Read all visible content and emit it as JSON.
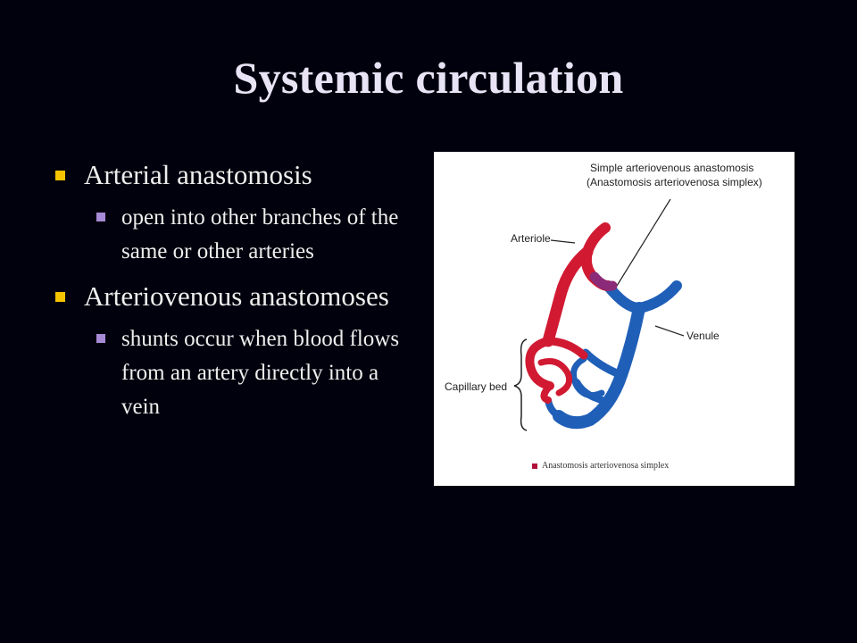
{
  "slide": {
    "title": "Systemic circulation",
    "bullets": [
      {
        "text": "Arterial anastomosis",
        "sub": [
          "open into other branches of the same or other arteries"
        ]
      },
      {
        "text": "Arteriovenous anastomoses",
        "sub": [
          "shunts occur when blood flows from an artery directly into a vein"
        ]
      }
    ]
  },
  "figure": {
    "label_simple_line1": "Simple arteriovenous anastomosis",
    "label_simple_line2": "(Anastomosis arteriovenosa simplex)",
    "label_arteriole": "Arteriole",
    "label_venule": "Venule",
    "label_capillary": "Capillary bed",
    "caption": "Anastomosis arteriovenosa simplex"
  },
  "colors": {
    "background": "#01010d",
    "title": "#e8e4f6",
    "bullet_l1": "#f5c400",
    "bullet_l2": "#a78ad6",
    "artery": "#d11a32",
    "vein": "#1f5fb8"
  }
}
